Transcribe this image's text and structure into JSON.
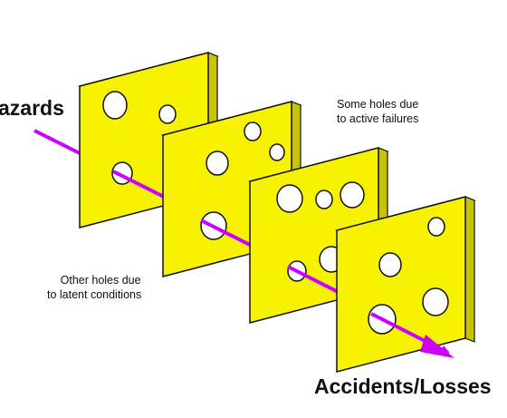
{
  "labels": {
    "hazards": "azards",
    "active_line1": "Some holes due",
    "active_line2": "to active failures",
    "latent_line1": "Other holes due",
    "latent_line2": "to latent conditions",
    "outcome": "Accidents/Losses"
  },
  "colors": {
    "slice_face": "#f7f300",
    "slice_side": "#c9c400",
    "slice_top": "#fffb66",
    "outline": "#111111",
    "hole_fill": "#ffffff",
    "arrow": "#cc00ff",
    "text": "#111111"
  },
  "slice_count": 4
}
